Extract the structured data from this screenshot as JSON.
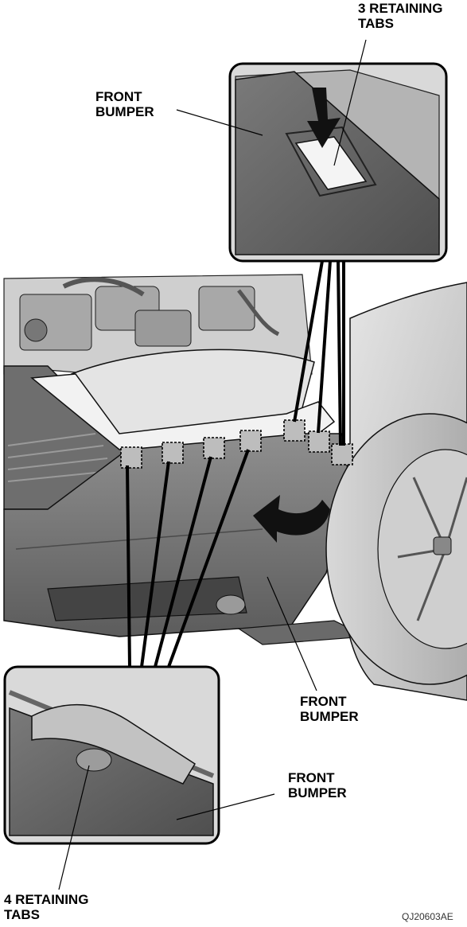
{
  "labels": {
    "top_tabs": [
      "3 RETAINING",
      "TABS"
    ],
    "front_bumper_top": [
      "FRONT",
      "BUMPER"
    ],
    "front_bumper_mid": [
      "FRONT",
      "BUMPER"
    ],
    "front_bumper_bottom": [
      "FRONT",
      "BUMPER"
    ],
    "bottom_tabs": [
      "4 RETAINING",
      "TABS"
    ]
  },
  "figure_code": "QJ20603AE"
}
